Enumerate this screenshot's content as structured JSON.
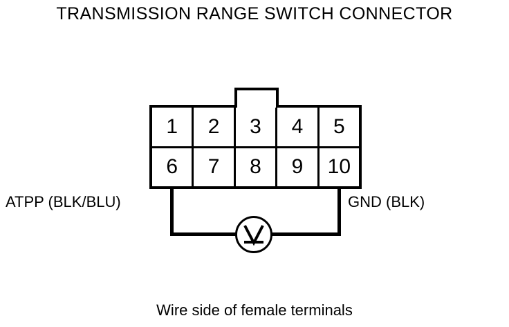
{
  "title": "TRANSMISSION RANGE SWITCH CONNECTOR",
  "caption": "Wire side of female terminals",
  "connector": {
    "rows": [
      {
        "pins": [
          "1",
          "2",
          "3",
          "4",
          "5"
        ]
      },
      {
        "pins": [
          "6",
          "7",
          "8",
          "9",
          "10"
        ]
      }
    ],
    "tab_name": "locking-tab"
  },
  "labels": {
    "left": "ATPP (BLK/BLU)",
    "right": "GND (BLK)"
  },
  "meter": {
    "symbol": "V",
    "type": "voltmeter"
  },
  "colors": {
    "line": "#000000",
    "background": "#ffffff"
  }
}
